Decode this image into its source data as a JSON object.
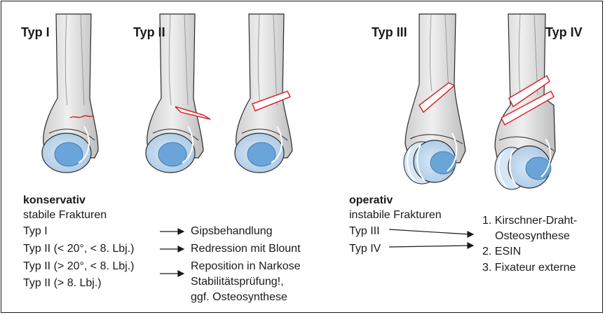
{
  "types": [
    {
      "label": "Typ I"
    },
    {
      "label": "Typ II"
    },
    {
      "label": "Typ III"
    },
    {
      "label": "Typ IV"
    }
  ],
  "conservative": {
    "heading": "konservativ",
    "subheading": "stabile Frakturen",
    "rows": [
      {
        "condition": "Typ I",
        "treatment": "Gipsbehandlung"
      },
      {
        "condition": "Typ II (< 20°, < 8. Lbj.)",
        "treatment": "Redression mit Blount"
      },
      {
        "condition": "Typ II (> 20°, < 8. Lbj.)",
        "treatment": "Reposition in Narkose"
      },
      {
        "condition": "Typ II (> 8. Lbj.)",
        "treatment": ""
      }
    ],
    "extra": [
      "Stabilitätsprüfung!,",
      "ggf. Osteosynthese"
    ]
  },
  "operative": {
    "heading": "operativ",
    "subheading": "instabile Frakturen",
    "conditions": [
      "Typ III",
      "Typ IV"
    ],
    "treatments": [
      "1. Kirschner-Draht-",
      "Osteosynthese",
      "2. ESIN",
      "3. Fixateur externe"
    ]
  },
  "colors": {
    "bone_fill": "#e6e6e6",
    "shaft_dark": "#bdbdbd",
    "fracture": "#d7262b",
    "epiphysis_light": "#c6dcef",
    "epiphysis_core": "#6aa4d8",
    "outline": "#2a2a2a"
  }
}
